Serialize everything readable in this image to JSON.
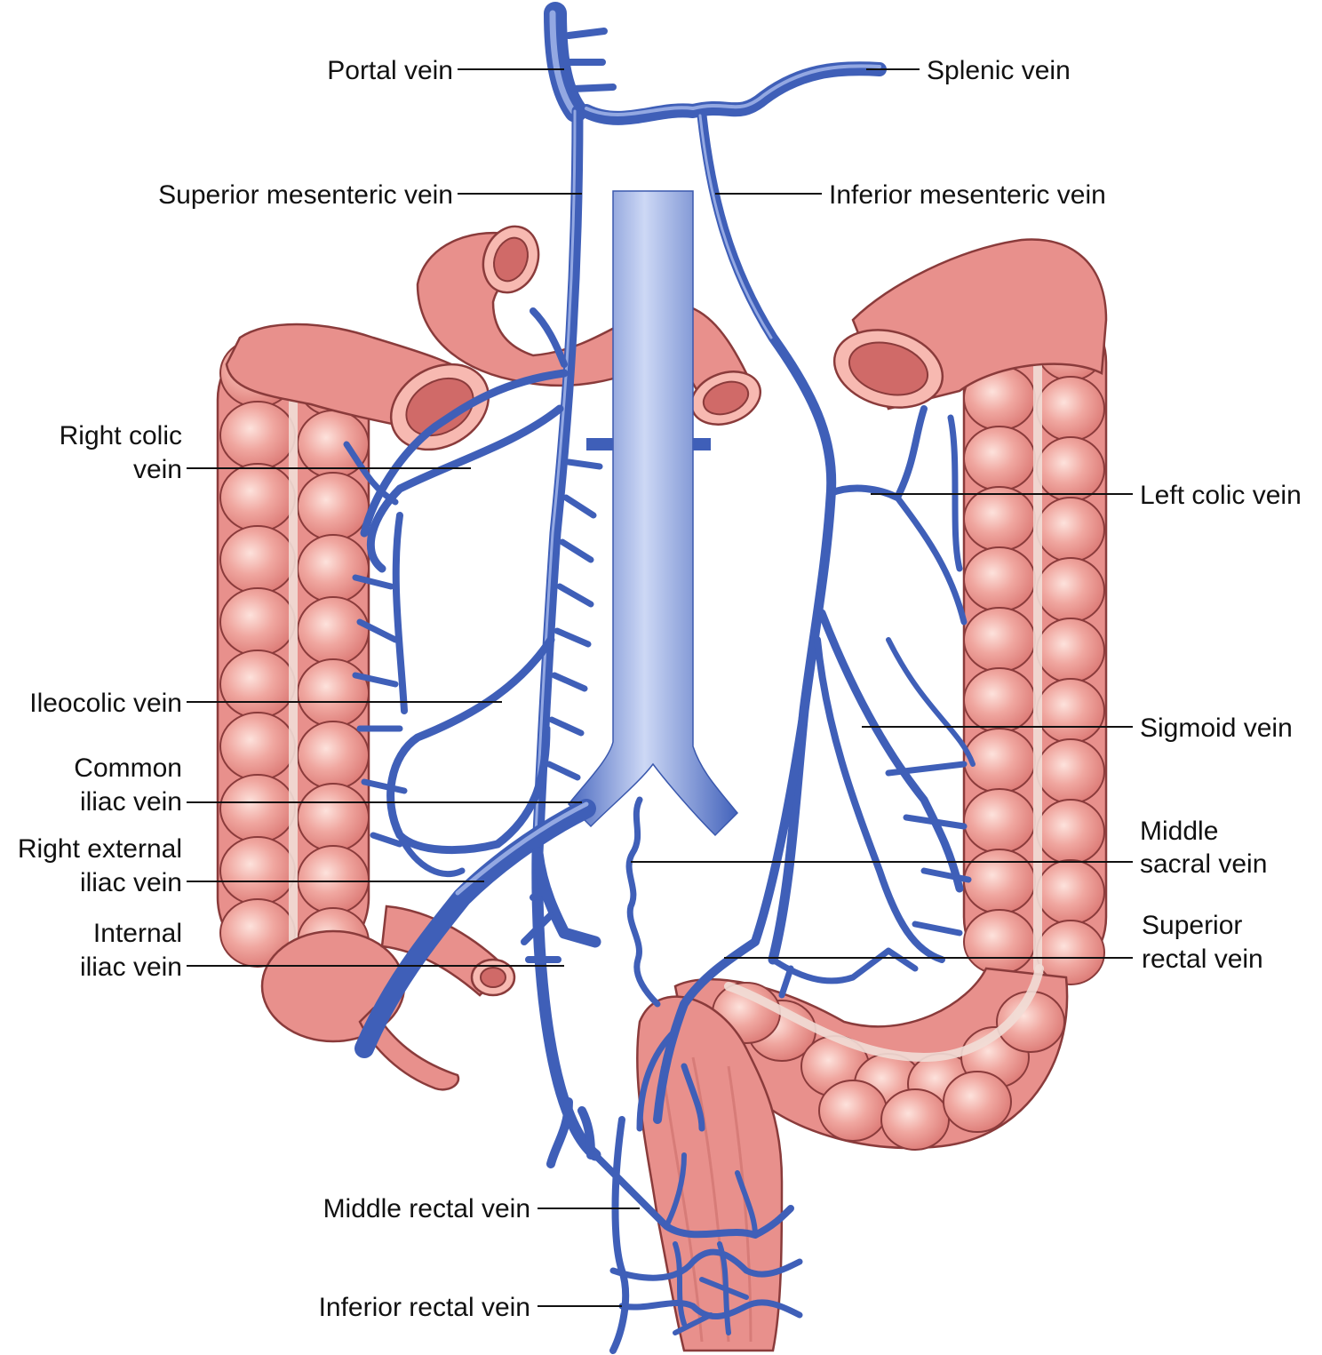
{
  "labels": {
    "portal_vein": "Portal vein",
    "splenic_vein": "Splenic vein",
    "superior_mesenteric_vein": "Superior mesenteric vein",
    "inferior_mesenteric_vein": "Inferior mesenteric vein",
    "right_colic_vein_1": "Right colic",
    "right_colic_vein_2": "vein",
    "left_colic_vein": "Left colic vein",
    "ileocolic_vein": "Ileocolic vein",
    "sigmoid_vein": "Sigmoid vein",
    "common_iliac_vein_1": "Common",
    "common_iliac_vein_2": "iliac vein",
    "middle_sacral_vein_1": "Middle",
    "middle_sacral_vein_2": "sacral vein",
    "right_external_iliac_vein_1": "Right external",
    "right_external_iliac_vein_2": "iliac vein",
    "superior_rectal_vein_1": "Superior",
    "superior_rectal_vein_2": "rectal vein",
    "internal_iliac_vein_1": "Internal",
    "internal_iliac_vein_2": "iliac vein",
    "middle_rectal_vein": "Middle rectal vein",
    "inferior_rectal_vein": "Inferior rectal vein"
  },
  "colors": {
    "vein": "#3f5fb8",
    "vein_highlight": "#93a8e2",
    "colon": "#e8908c",
    "colon_outline": "#8a3b3b",
    "label_text": "#111111"
  }
}
